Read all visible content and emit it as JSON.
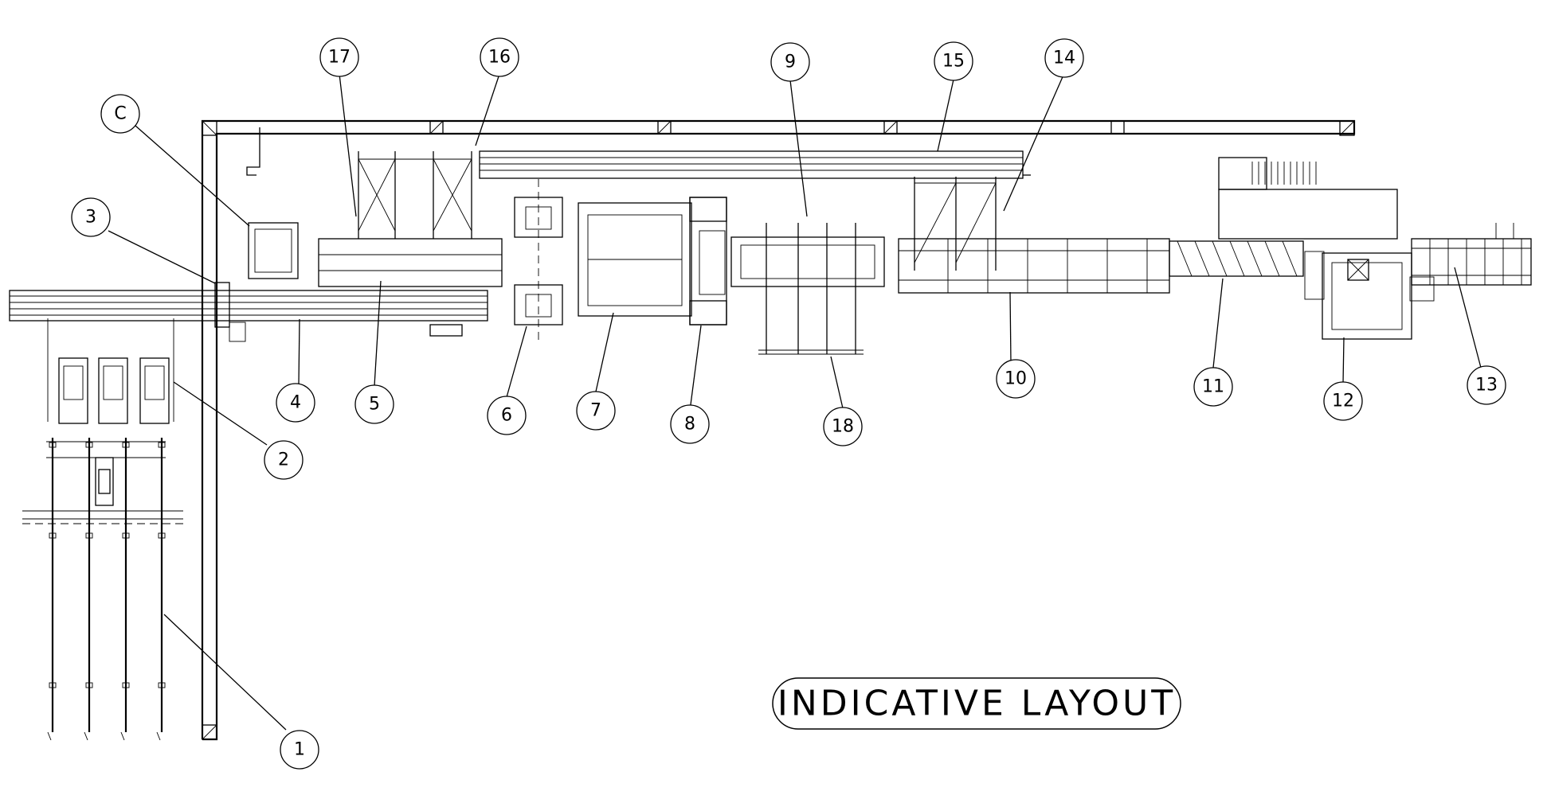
{
  "title": "INDICATIVE LAYOUT",
  "callouts": [
    {
      "id": "17",
      "label": "17"
    },
    {
      "id": "16",
      "label": "16"
    },
    {
      "id": "9",
      "label": "9"
    },
    {
      "id": "15",
      "label": "15"
    },
    {
      "id": "14",
      "label": "14"
    },
    {
      "id": "c",
      "label": "C"
    },
    {
      "id": "3",
      "label": "3"
    },
    {
      "id": "4",
      "label": "4"
    },
    {
      "id": "5",
      "label": "5"
    },
    {
      "id": "6",
      "label": "6"
    },
    {
      "id": "7",
      "label": "7"
    },
    {
      "id": "8",
      "label": "8"
    },
    {
      "id": "18",
      "label": "18"
    },
    {
      "id": "10",
      "label": "10"
    },
    {
      "id": "11",
      "label": "11"
    },
    {
      "id": "12",
      "label": "12"
    },
    {
      "id": "13",
      "label": "13"
    },
    {
      "id": "2",
      "label": "2"
    },
    {
      "id": "1",
      "label": "1"
    }
  ]
}
